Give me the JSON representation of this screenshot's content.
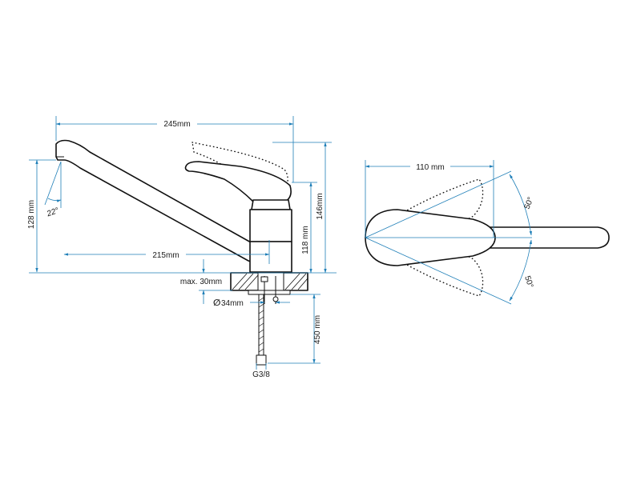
{
  "colors": {
    "dimension": "#1f7fb8",
    "outline": "#111111",
    "background": "#ffffff"
  },
  "side_view": {
    "width_overall": "245mm",
    "spout_reach": "215mm",
    "spout_height": "128 mm",
    "spout_angle": "22°",
    "body_height": "118 mm",
    "total_height": "146mm",
    "max_deck_thickness": "max. 30mm",
    "hole_diameter": "34mm",
    "diameter_symbol": "∅",
    "hose_length": "450 mm",
    "thread": "G3/8"
  },
  "top_view": {
    "handle_length": "110 mm",
    "rotation_up": "50°",
    "rotation_down": "50°"
  }
}
